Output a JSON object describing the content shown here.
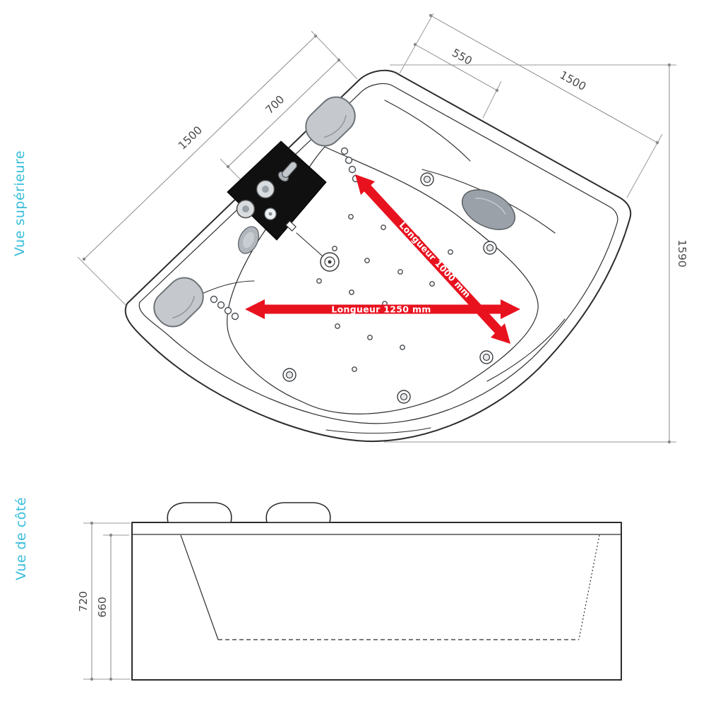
{
  "colors": {
    "accent_cyan": "#38bdd9",
    "dimension_red": "#e8121f",
    "line_dark": "#2c2c2c",
    "dimension_gray": "#8a8a8a",
    "headrest_gray": "#c5c9cd"
  },
  "top_view": {
    "label": "Vue supérieure",
    "dim_left_edge": "1500",
    "dim_left_partial": "700",
    "dim_right_partial": "550",
    "dim_right_edge": "1500",
    "dim_height": "1590",
    "arrow_diagonal_label": "Longueur 1000 mm",
    "arrow_horizontal_label": "Longueur 1250 mm"
  },
  "side_view": {
    "label": "Vue de côté",
    "dim_outer_height": "720",
    "dim_inner_height": "660"
  }
}
